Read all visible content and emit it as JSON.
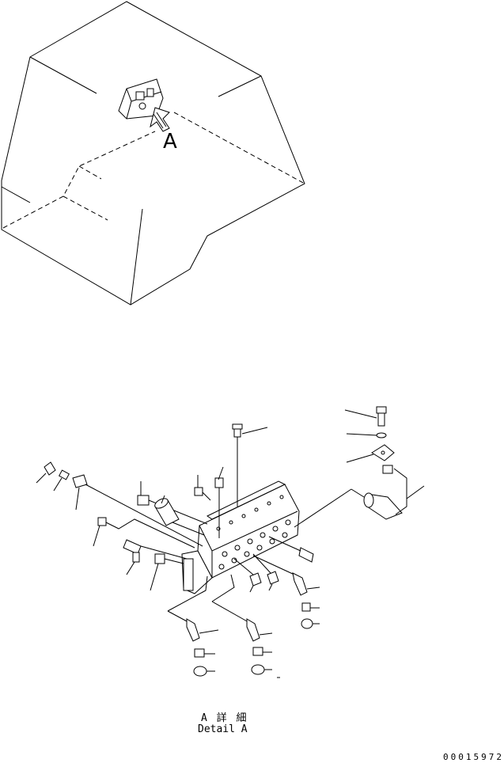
{
  "view_label": "A",
  "caption": {
    "line1": "A 詳 細",
    "line2": "Detail A"
  },
  "drawing_number": "00015972",
  "ink_color": "#000000",
  "paper_color": "#ffffff"
}
